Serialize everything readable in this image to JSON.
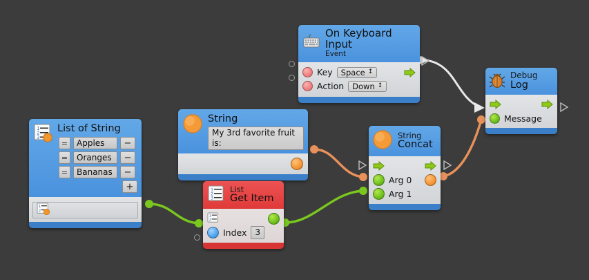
{
  "canvas": {
    "background": "#3c3c3c"
  },
  "nodes": {
    "keyboard": {
      "icon": "keyboard-icon",
      "title": "On Keyboard Input",
      "subtitle": "Event",
      "rows": [
        {
          "label": "Key",
          "value": "Space",
          "port": "red"
        },
        {
          "label": "Action",
          "value": "Down",
          "port": "red"
        }
      ]
    },
    "debug": {
      "icon": "bug-icon",
      "title_top": "Debug",
      "title_main": "Log",
      "message_label": "Message"
    },
    "list_of_string": {
      "icon": "list-icon",
      "title": "List of String",
      "items": [
        "Apples",
        "Oranges",
        "Bananas"
      ],
      "add_label": "+",
      "remove_label": "−",
      "grip_label": "="
    },
    "string": {
      "icon": "string-bubble-icon",
      "title": "String",
      "value": "My 3rd favorite fruit is:"
    },
    "get_item": {
      "icon": "list-icon",
      "title_top": "List",
      "title_main": "Get Item",
      "index_label": "Index",
      "index_value": "3"
    },
    "concat": {
      "icon": "string-bubble-icon",
      "title_top": "String",
      "title_main": "Concat",
      "args": [
        "Arg 0",
        "Arg 1"
      ]
    }
  },
  "wires": [
    {
      "name": "exec-keyboard-to-debug",
      "type": "exec",
      "color": "#e8e8e8"
    },
    {
      "name": "list-to-getitem",
      "type": "data",
      "color": "#7ac81f"
    },
    {
      "name": "string-to-arg0",
      "type": "data",
      "color": "#e8915a"
    },
    {
      "name": "getitem-to-arg1",
      "type": "data",
      "color": "#7ac81f"
    },
    {
      "name": "concat-to-message",
      "type": "data",
      "color": "#e8915a"
    }
  ],
  "colors": {
    "exec_wire": "#e8e8e8",
    "data_string_wire": "#e8915a",
    "data_list_wire": "#7ac81f",
    "node_blue": "#4a92dd",
    "node_red": "#e03a3a"
  }
}
